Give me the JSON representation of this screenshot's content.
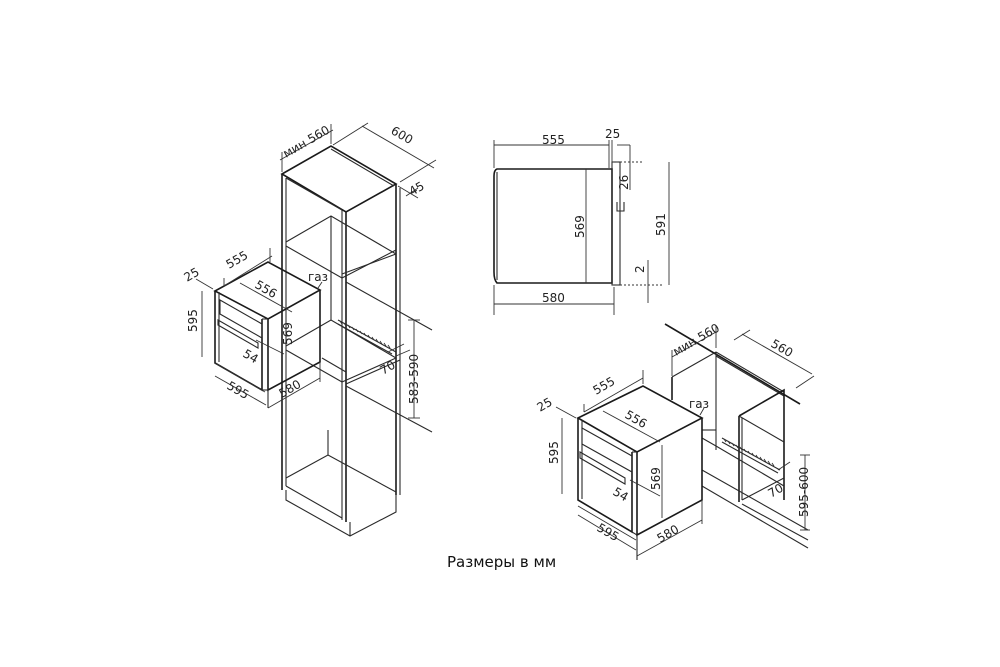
{
  "caption": "Размеры в мм",
  "column_install": {
    "labels": {
      "min_width": "мин 560",
      "depth": "600",
      "back_gap": "45",
      "niche_height": "583-590",
      "vent_gap": "70"
    },
    "oven": {
      "depth_body": "555",
      "door_thickness": "25",
      "inner_depth": "556",
      "height": "595",
      "body_height": "569",
      "handle_offset": "54",
      "width": "595",
      "total_depth": "580",
      "gas_label": "газ"
    }
  },
  "side_view": {
    "labels": {
      "depth_body": "555",
      "door_thickness": "25",
      "top_offset": "26",
      "body_height": "569",
      "front_height": "591",
      "bottom_offset": "2",
      "total_depth": "580"
    }
  },
  "undercounter_install": {
    "labels": {
      "min_width": "мин 560",
      "depth": "560",
      "niche_height": "595-600",
      "vent_gap": "70"
    },
    "oven": {
      "depth_body": "555",
      "door_thickness": "25",
      "inner_depth": "556",
      "height": "595",
      "body_height": "569",
      "handle_offset": "54",
      "width": "595",
      "total_depth": "580",
      "gas_label": "газ"
    }
  }
}
